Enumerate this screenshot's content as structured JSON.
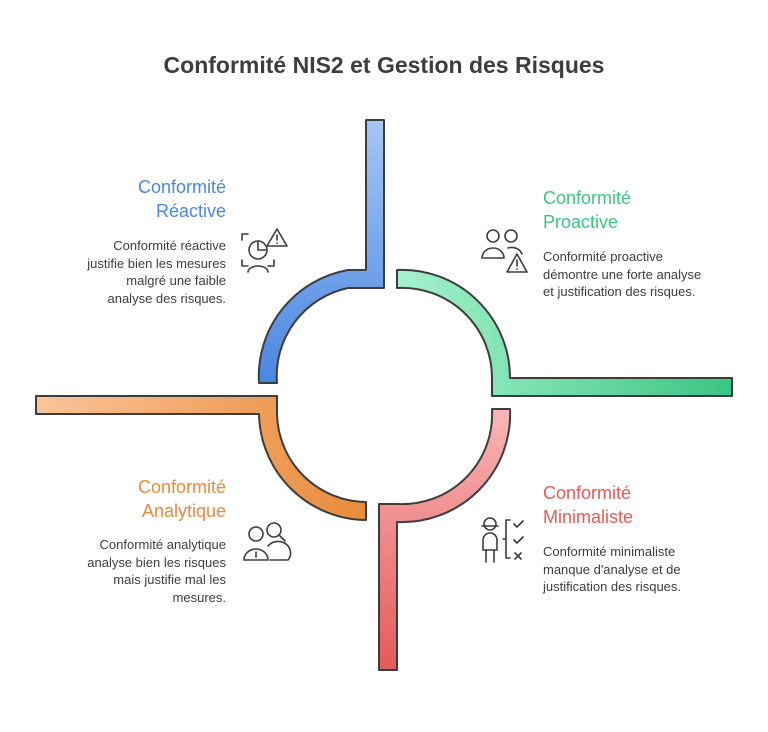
{
  "title": "Conformité NIS2 et Gestion des Risques",
  "colors": {
    "reactive": "#4a86e0",
    "proactive": "#3cc583",
    "minimalist": "#e45a5a",
    "analytic": "#e98b3a",
    "text": "#3d3d3d"
  },
  "quadrants": {
    "reactive": {
      "heading_line1": "Conformité",
      "heading_line2": "Réactive",
      "description": "Conformité réactive justifie bien les mesures malgré une faible analyse des risques.",
      "icon": "risk-chart-warning-icon"
    },
    "proactive": {
      "heading_line1": "Conformité",
      "heading_line2": "Proactive",
      "description": "Conformité proactive démontre une forte analyse et justification des risques.",
      "icon": "team-warning-icon"
    },
    "analytic": {
      "heading_line1": "Conformité",
      "heading_line2": "Analytique",
      "description": "Conformité analytique analyse bien les risques mais justifie mal les mesures.",
      "icon": "people-search-icon"
    },
    "minimalist": {
      "heading_line1": "Conformité",
      "heading_line2": "Minimaliste",
      "description": "Conformité minimaliste manque d'analyse et de justification des risques.",
      "icon": "person-checklist-icon"
    }
  }
}
